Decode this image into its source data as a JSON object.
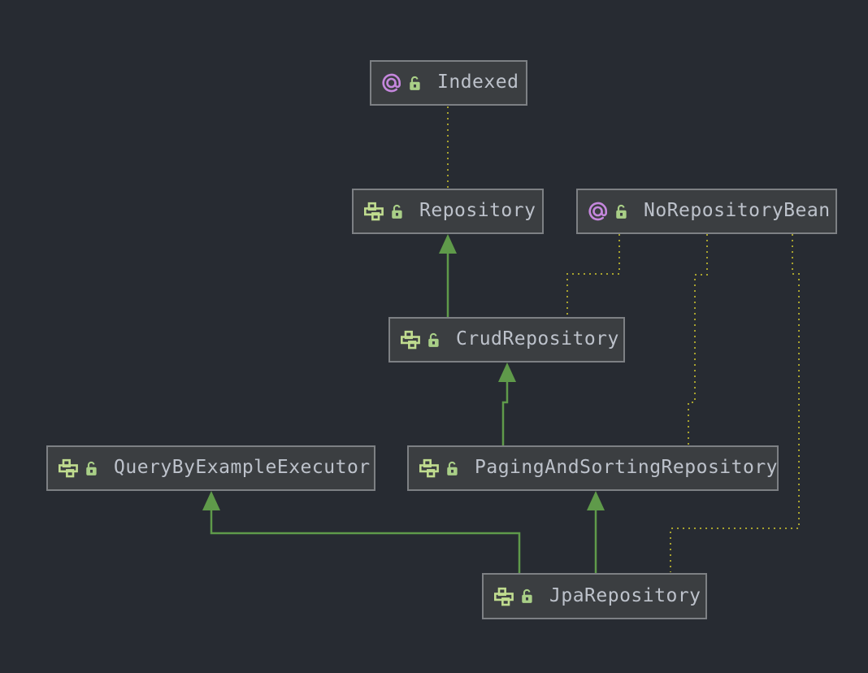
{
  "diagram": {
    "kind": "uml-class-diagram",
    "nodes": [
      {
        "id": "indexed",
        "label": "Indexed",
        "element_type": "annotation",
        "icons": [
          "annotation-at-icon",
          "lock-icon"
        ]
      },
      {
        "id": "repository",
        "label": "Repository",
        "element_type": "interface",
        "icons": [
          "interface-icon",
          "lock-icon"
        ]
      },
      {
        "id": "no-repository-bean",
        "label": "NoRepositoryBean",
        "element_type": "annotation",
        "icons": [
          "annotation-at-icon",
          "lock-icon"
        ]
      },
      {
        "id": "crud-repository",
        "label": "CrudRepository",
        "element_type": "interface",
        "icons": [
          "interface-icon",
          "lock-icon"
        ]
      },
      {
        "id": "query-by-example-executor",
        "label": "QueryByExampleExecutor",
        "element_type": "interface",
        "icons": [
          "interface-icon",
          "lock-icon"
        ]
      },
      {
        "id": "paging-and-sorting-repository",
        "label": "PagingAndSortingRepository",
        "element_type": "interface",
        "icons": [
          "interface-icon",
          "lock-icon"
        ]
      },
      {
        "id": "jpa-repository",
        "label": "JpaRepository",
        "element_type": "interface",
        "icons": [
          "interface-icon",
          "lock-icon"
        ]
      }
    ],
    "edges": [
      {
        "from": "indexed",
        "to": "repository",
        "type": "annotation",
        "style": "dotted"
      },
      {
        "from": "crud-repository",
        "to": "repository",
        "type": "extends",
        "style": "solid-arrow"
      },
      {
        "from": "no-repository-bean",
        "to": "crud-repository",
        "type": "annotation",
        "style": "dotted"
      },
      {
        "from": "no-repository-bean",
        "to": "paging-and-sorting-repository",
        "type": "annotation",
        "style": "dotted"
      },
      {
        "from": "no-repository-bean",
        "to": "jpa-repository",
        "type": "annotation",
        "style": "dotted"
      },
      {
        "from": "paging-and-sorting-repository",
        "to": "crud-repository",
        "type": "extends",
        "style": "solid-arrow"
      },
      {
        "from": "jpa-repository",
        "to": "query-by-example-executor",
        "type": "extends",
        "style": "solid-arrow"
      },
      {
        "from": "jpa-repository",
        "to": "paging-and-sorting-repository",
        "type": "extends",
        "style": "solid-arrow"
      }
    ],
    "colors": {
      "canvas_bg": "#272b32",
      "node_bg": "#3b3e41",
      "node_border": "#7d8084",
      "label_text": "#bdc2cb",
      "extends_line": "#5f9a4a",
      "annotation_line": "#a8a22e",
      "interface_icon": "#c0dc8f",
      "lock_icon": "#a9cf87",
      "annotation_at_icon": "#c587dd"
    }
  }
}
